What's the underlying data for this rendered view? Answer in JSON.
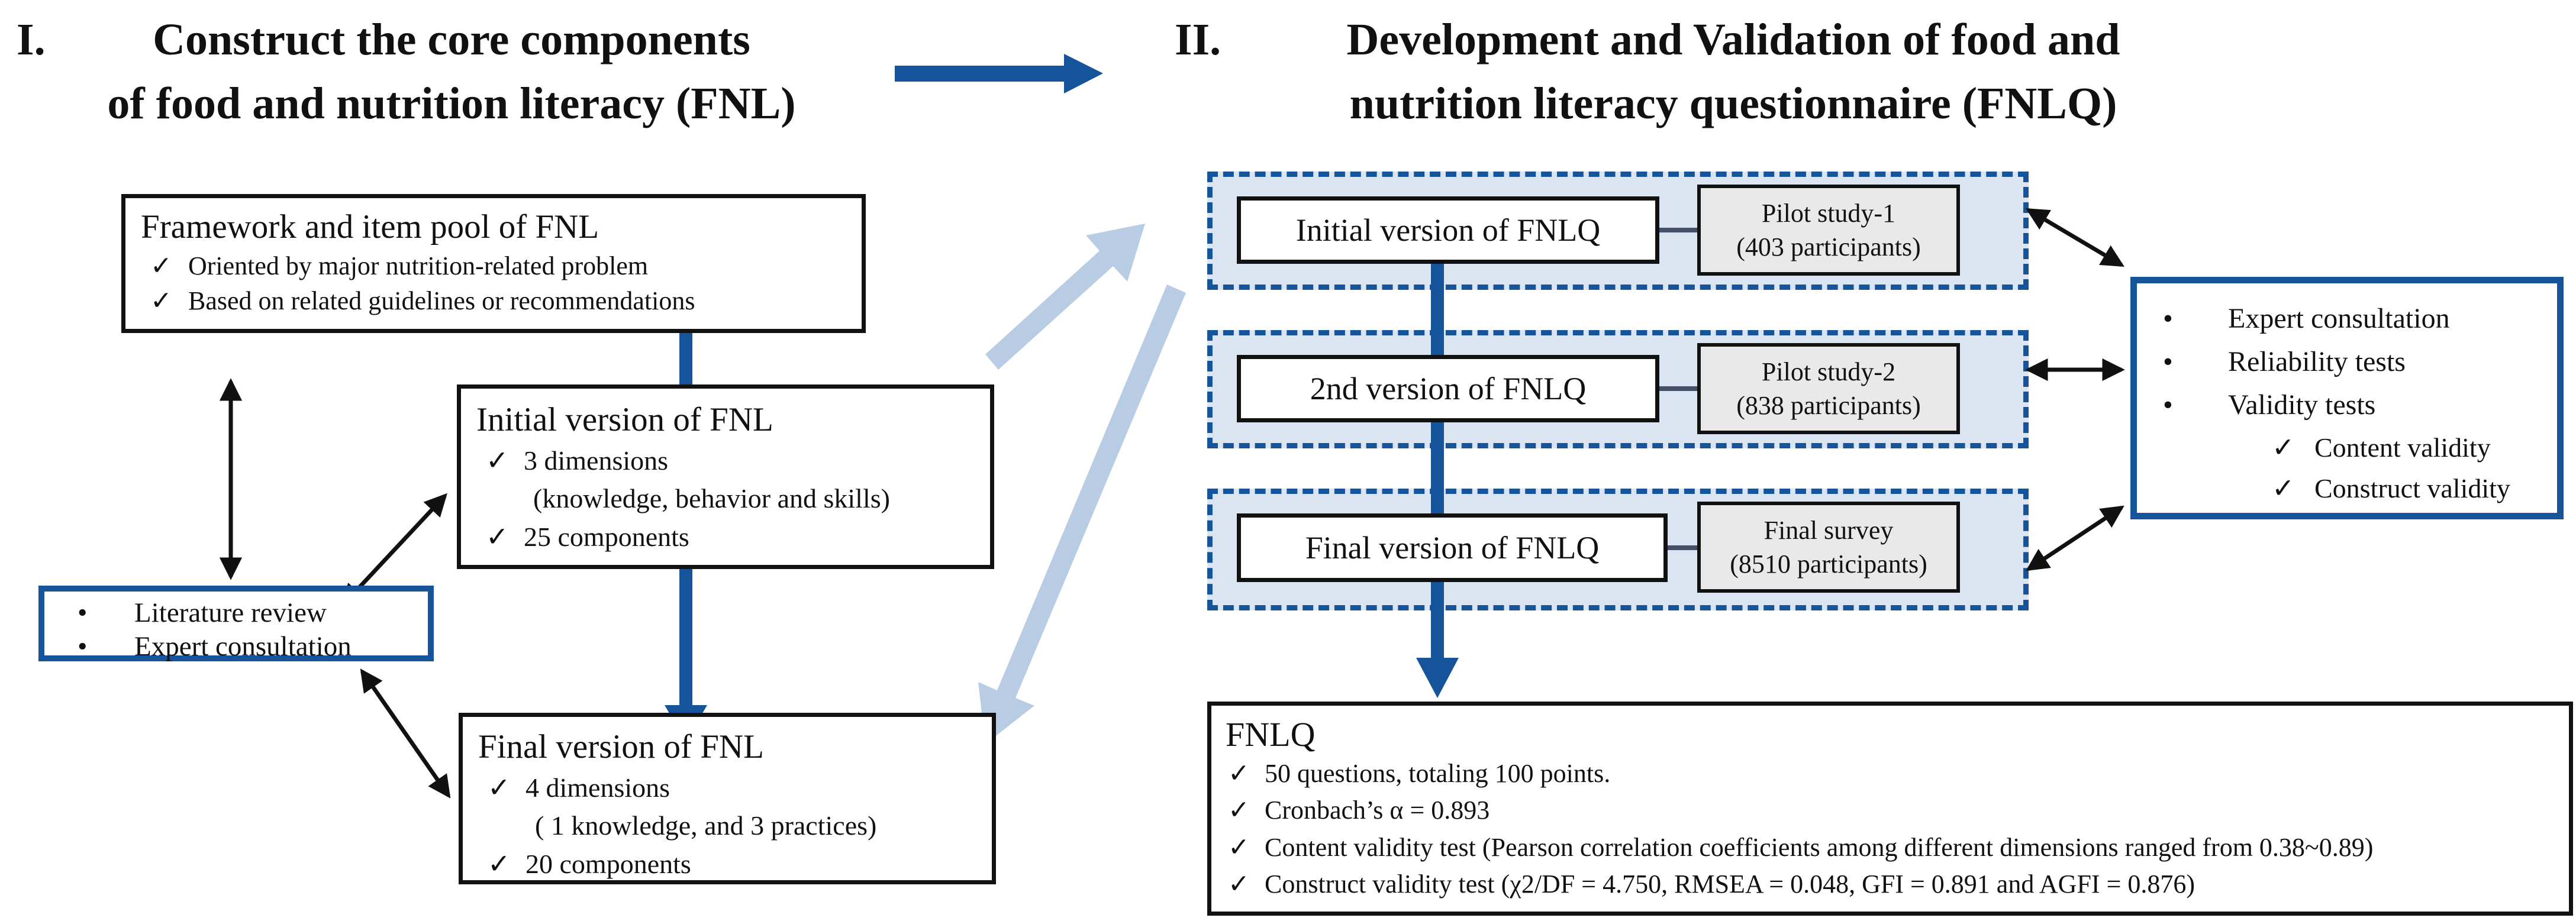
{
  "diagram": {
    "section_1": {
      "numeral": "I.",
      "title_line1": "Construct the core components",
      "title_line2": "of food and nutrition literacy (FNL)"
    },
    "section_2": {
      "numeral": "II.",
      "title_line1": "Development and Validation of food and",
      "title_line2": "nutrition literacy questionnaire (FNLQ)"
    },
    "framework_box": {
      "title": "Framework and item pool of FNL",
      "checks": [
        "Oriented by major nutrition-related problem",
        "Based on related guidelines or recommendations"
      ]
    },
    "initial_fnl_box": {
      "title": "Initial version of FNL",
      "check_1": "3 dimensions",
      "note_1": "(knowledge, behavior and skills)",
      "check_2": "25 components"
    },
    "methods_box": {
      "bullets": [
        "Literature review",
        "Expert consultation"
      ]
    },
    "final_fnl_box": {
      "title": "Final version of FNL",
      "check_1": "4 dimensions",
      "note_1": "( 1 knowledge, and 3 practices)",
      "check_2": "20 components"
    },
    "fnlq_rows": [
      {
        "version_label": "Initial version of FNLQ",
        "study_name": "Pilot study-1",
        "study_sample": "(403 participants)"
      },
      {
        "version_label": "2nd version of FNLQ",
        "study_name": "Pilot study-2",
        "study_sample": "(838 participants)"
      },
      {
        "version_label": "Final version of FNLQ",
        "study_name": "Final survey",
        "study_sample": "(8510 participants)"
      }
    ],
    "tests_box": {
      "bullets": [
        "Expert consultation",
        "Reliability tests",
        "Validity tests"
      ],
      "checks": [
        "Content validity",
        "Construct validity"
      ]
    },
    "fnlq_summary_box": {
      "title": "FNLQ",
      "checks": [
        "50 questions, totaling 100 points.",
        "Cronbach’s α = 0.893",
        "Content validity test (Pearson correlation coefficients among different dimensions ranged from 0.38~0.89)",
        "Construct validity test (χ2/DF = 4.750, RMSEA = 0.048, GFI = 0.891 and AGFI = 0.876)"
      ]
    }
  },
  "icons": {
    "check": "✓",
    "bullet": "•"
  },
  "colors": {
    "accent_blue": "#15549a",
    "panel_fill": "#dbe5f1",
    "light_arrow": "#b8cce4",
    "study_fill": "#e9e9e9",
    "border_black": "#111111"
  }
}
